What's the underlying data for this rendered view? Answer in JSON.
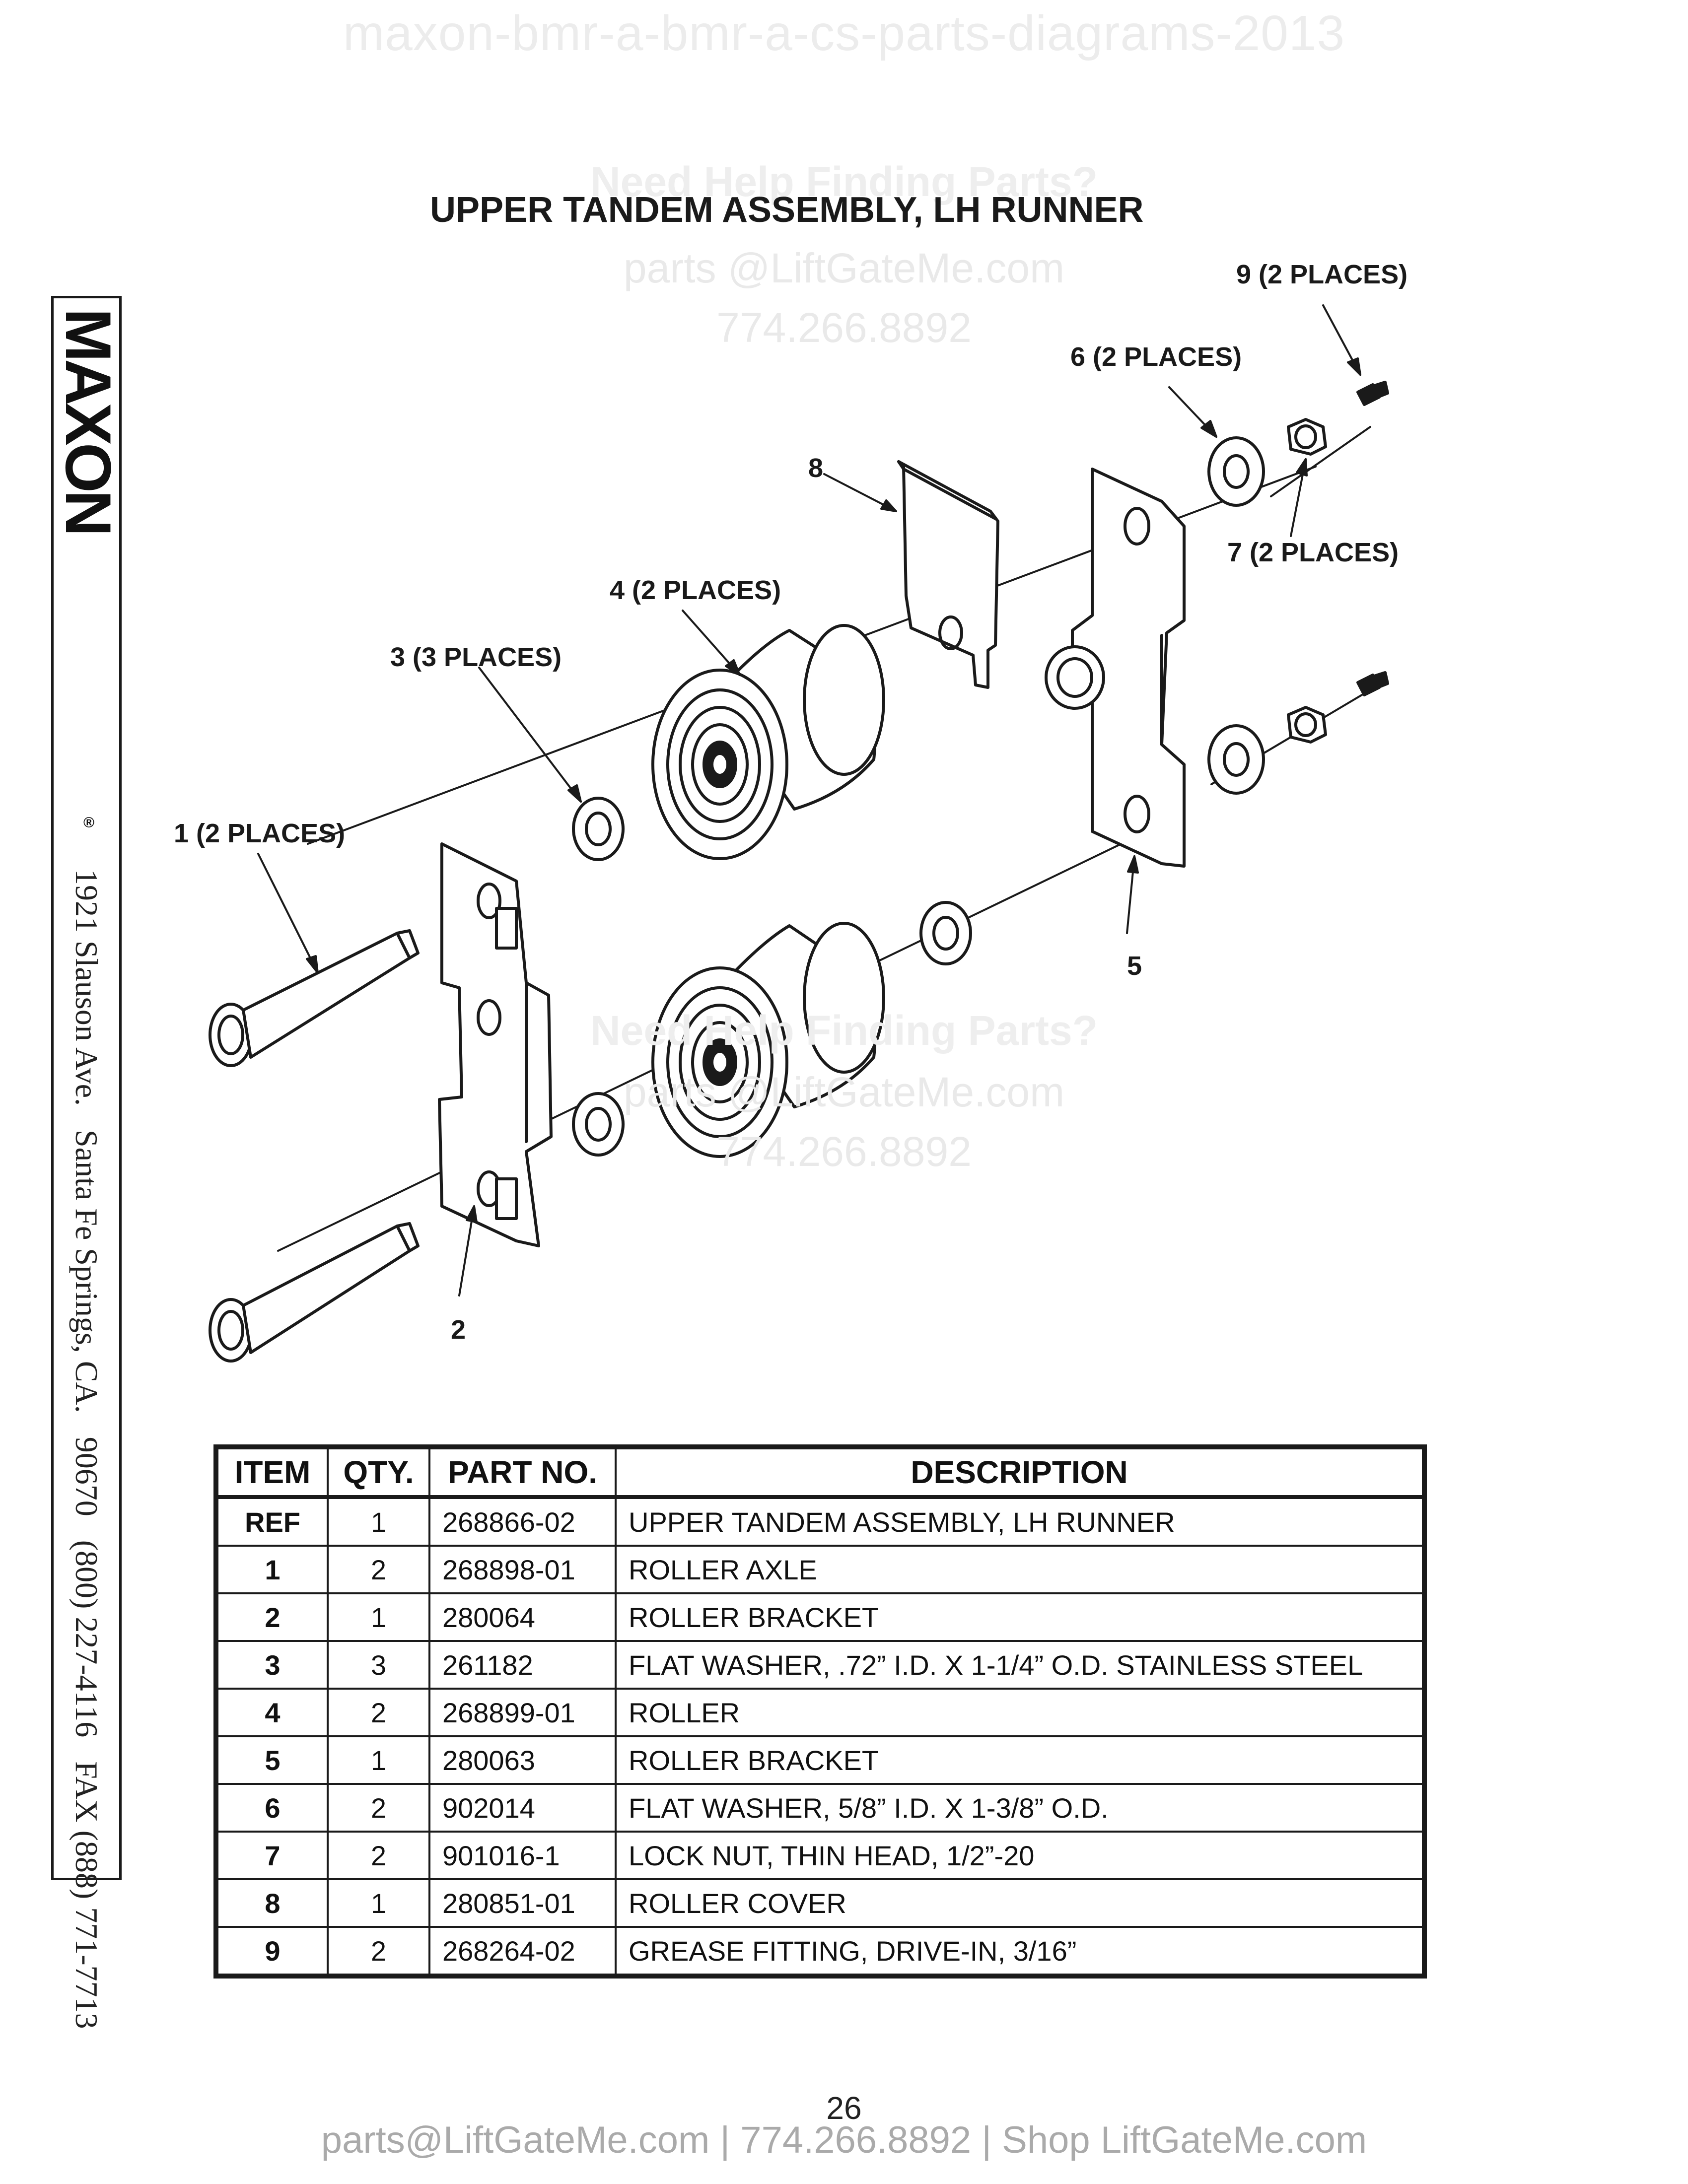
{
  "watermark": {
    "top": "maxon-bmr-a-bmr-a-cs-parts-diagrams-2013",
    "upper": {
      "heading": "Need Help Finding Parts?",
      "email": "parts @LiftGateMe.com",
      "phone": "774.266.8892"
    },
    "middle": {
      "heading": "Need Help Finding Parts?",
      "email": "parts @LiftGateMe.com",
      "phone": "774.266.8892"
    }
  },
  "title": "UPPER TANDEM ASSEMBLY, LH RUNNER",
  "sidebar": {
    "logo": "MAXON",
    "registered": "®",
    "address": "1921 Slauson Ave.   Santa Fe Springs, CA.   90670   (800) 227-4116   FAX (888) 771-7713"
  },
  "callouts": {
    "c9": "9 (2 PLACES)",
    "c6": "6 (2 PLACES)",
    "c8": "8",
    "c7": "7 (2 PLACES)",
    "c4": "4 (2 PLACES)",
    "c3": "3 (3 PLACES)",
    "c1": "1 (2 PLACES)",
    "c5": "5",
    "c2": "2"
  },
  "table": {
    "headers": [
      "ITEM",
      "QTY.",
      "PART NO.",
      "DESCRIPTION"
    ],
    "rows": [
      {
        "item": "REF",
        "qty": "1",
        "part": "268866-02",
        "desc": "UPPER TANDEM ASSEMBLY, LH RUNNER"
      },
      {
        "item": "1",
        "qty": "2",
        "part": "268898-01",
        "desc": "ROLLER AXLE"
      },
      {
        "item": "2",
        "qty": "1",
        "part": "280064",
        "desc": "ROLLER BRACKET"
      },
      {
        "item": "3",
        "qty": "3",
        "part": "261182",
        "desc": "FLAT WASHER, .72” I.D. X 1-1/4” O.D. STAINLESS STEEL"
      },
      {
        "item": "4",
        "qty": "2",
        "part": "268899-01",
        "desc": "ROLLER"
      },
      {
        "item": "5",
        "qty": "1",
        "part": "280063",
        "desc": "ROLLER BRACKET"
      },
      {
        "item": "6",
        "qty": "2",
        "part": "902014",
        "desc": "FLAT WASHER, 5/8” I.D. X 1-3/8” O.D."
      },
      {
        "item": "7",
        "qty": "2",
        "part": "901016-1",
        "desc": "LOCK NUT, THIN HEAD, 1/2”-20"
      },
      {
        "item": "8",
        "qty": "1",
        "part": "280851-01",
        "desc": "ROLLER COVER"
      },
      {
        "item": "9",
        "qty": "2",
        "part": "268264-02",
        "desc": "GREASE FITTING, DRIVE-IN, 3/16”"
      }
    ]
  },
  "page_number": "26",
  "footer": "parts@LiftGateMe.com | 774.266.8892 | Shop LiftGateMe.com"
}
